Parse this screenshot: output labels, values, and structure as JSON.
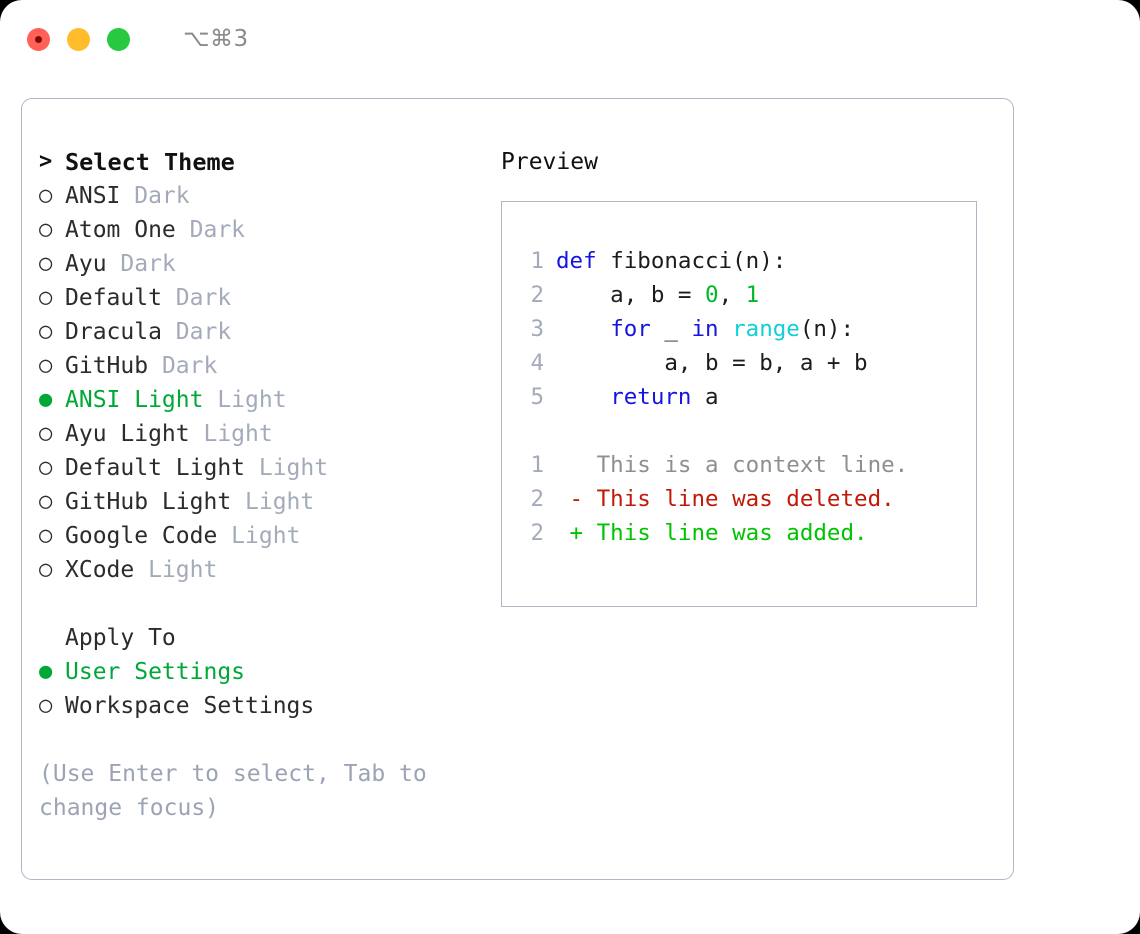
{
  "titlebar": {
    "shortcut": "⌥⌘3",
    "buttons": [
      {
        "name": "close",
        "color": "#ff6058"
      },
      {
        "name": "minimize",
        "color": "#ffbd2e"
      },
      {
        "name": "maximize",
        "color": "#28c840"
      }
    ]
  },
  "theme_selector": {
    "header_marker": ">",
    "header": "Select Theme",
    "radio_off": "○",
    "radio_on": "●",
    "items": [
      {
        "label": "ANSI",
        "badge": "Dark",
        "selected": false
      },
      {
        "label": "Atom One",
        "badge": "Dark",
        "selected": false
      },
      {
        "label": "Ayu",
        "badge": "Dark",
        "selected": false
      },
      {
        "label": "Default",
        "badge": "Dark",
        "selected": false
      },
      {
        "label": "Dracula",
        "badge": "Dark",
        "selected": false
      },
      {
        "label": "GitHub",
        "badge": "Dark",
        "selected": false
      },
      {
        "label": "ANSI Light",
        "badge": "Light",
        "selected": true
      },
      {
        "label": "Ayu Light",
        "badge": "Light",
        "selected": false
      },
      {
        "label": "Default Light",
        "badge": "Light",
        "selected": false
      },
      {
        "label": "GitHub Light",
        "badge": "Light",
        "selected": false
      },
      {
        "label": "Google Code",
        "badge": "Light",
        "selected": false
      },
      {
        "label": "XCode",
        "badge": "Light",
        "selected": false
      }
    ]
  },
  "apply_to": {
    "header": "Apply To",
    "items": [
      {
        "label": "User Settings",
        "selected": true
      },
      {
        "label": "Workspace Settings",
        "selected": false
      }
    ]
  },
  "hint": "(Use Enter to select, Tab to change focus)",
  "preview": {
    "title": "Preview",
    "code_lines": [
      {
        "no": "1",
        "tokens": [
          {
            "t": "def ",
            "c": "kw"
          },
          {
            "t": "fibonacci(n):",
            "c": "plain"
          }
        ]
      },
      {
        "no": "2",
        "tokens": [
          {
            "t": "    a, b = ",
            "c": "plain"
          },
          {
            "t": "0",
            "c": "num"
          },
          {
            "t": ", ",
            "c": "plain"
          },
          {
            "t": "1",
            "c": "num"
          }
        ]
      },
      {
        "no": "3",
        "tokens": [
          {
            "t": "    ",
            "c": "plain"
          },
          {
            "t": "for",
            "c": "kw"
          },
          {
            "t": " _ ",
            "c": "plain"
          },
          {
            "t": "in",
            "c": "kw"
          },
          {
            "t": " ",
            "c": "plain"
          },
          {
            "t": "range",
            "c": "fn"
          },
          {
            "t": "(n):",
            "c": "plain"
          }
        ]
      },
      {
        "no": "4",
        "tokens": [
          {
            "t": "        a, b = b, a + b",
            "c": "plain"
          }
        ]
      },
      {
        "no": "5",
        "tokens": [
          {
            "t": "    ",
            "c": "plain"
          },
          {
            "t": "return",
            "c": "kw"
          },
          {
            "t": " a",
            "c": "plain"
          }
        ]
      }
    ],
    "diff_lines": [
      {
        "no": "1",
        "sign": " ",
        "text": " This is a context line.",
        "kind": "ctx"
      },
      {
        "no": "2",
        "sign": "-",
        "text": " This line was deleted.",
        "kind": "del"
      },
      {
        "no": "2",
        "sign": "+",
        "text": " This line was added.",
        "kind": "add"
      }
    ]
  },
  "colors": {
    "accent_green": "#00a838",
    "muted": "#a3abba",
    "border": "#aeb7c6",
    "keyword": "#1515e0",
    "function": "#11cfd6",
    "number": "#00b828",
    "diff_add": "#00c400",
    "diff_del": "#c21807"
  }
}
